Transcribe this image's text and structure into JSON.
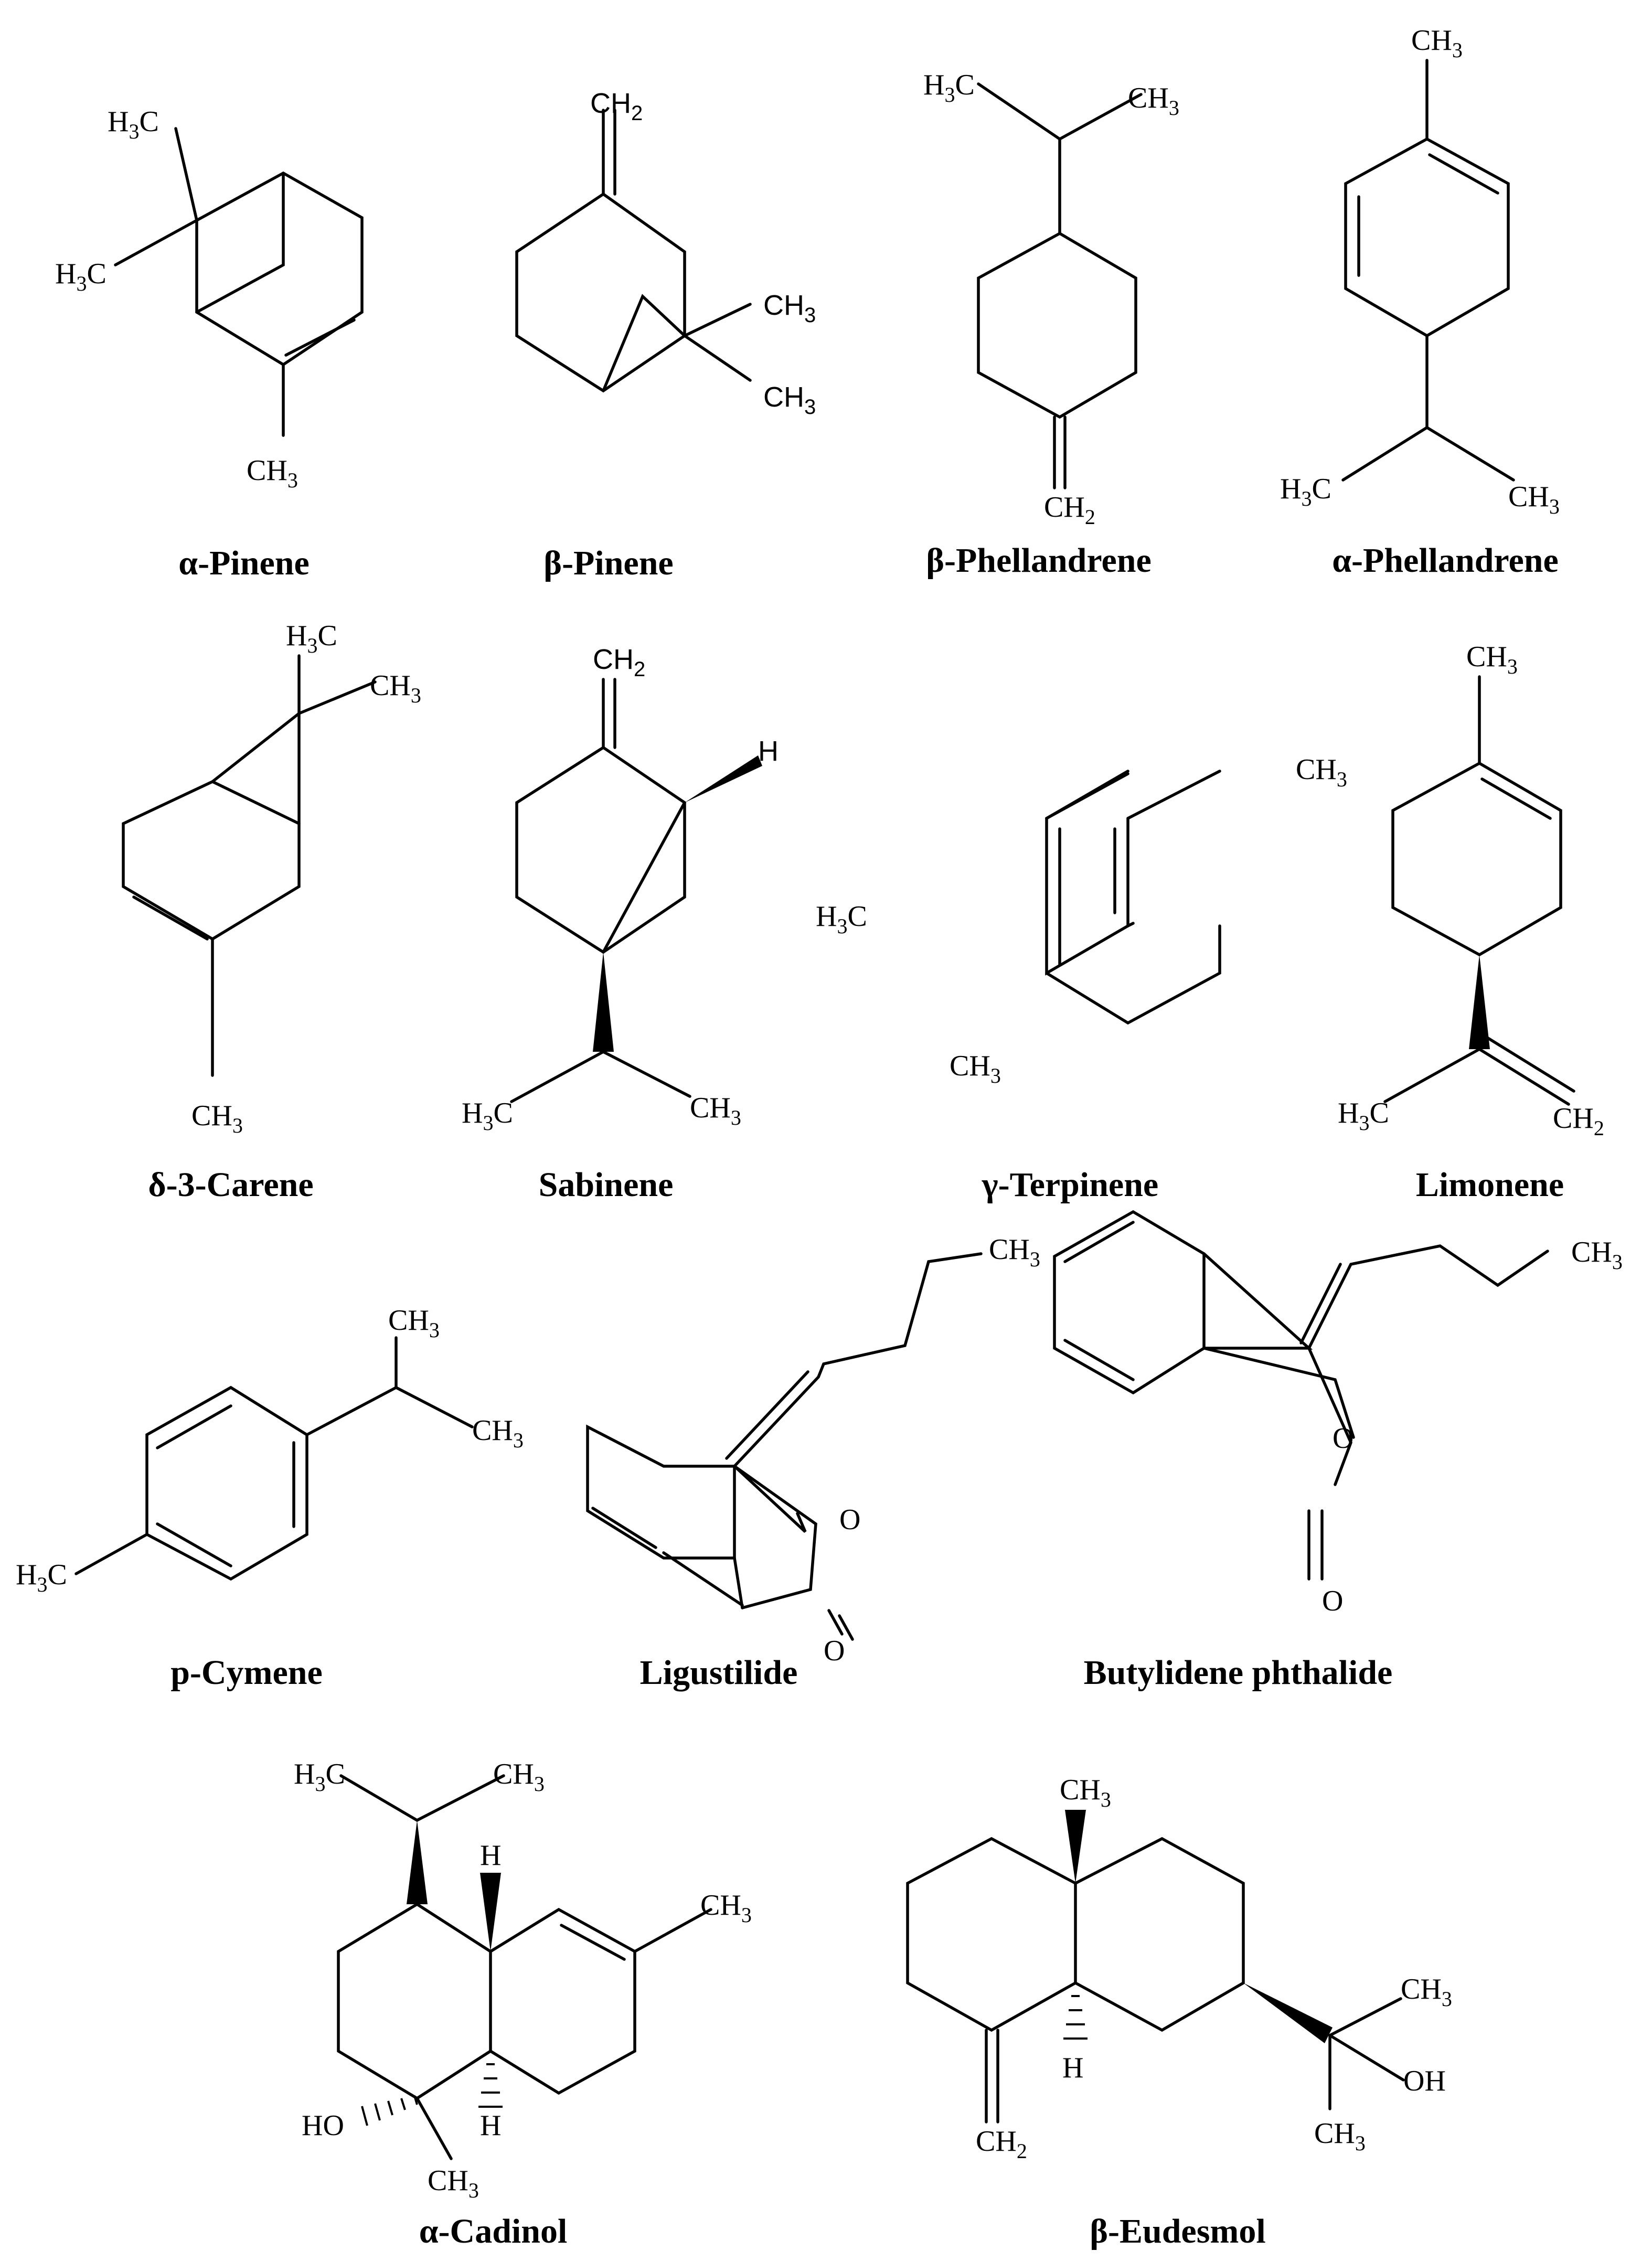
{
  "compounds": [
    {
      "name": "α-Pinene",
      "labels": [
        "H3C",
        "H3C",
        "CH3"
      ]
    },
    {
      "name": "β-Pinene",
      "labels": [
        "CH2",
        "CH3",
        "CH3"
      ]
    },
    {
      "name": "β-Phellandrene",
      "labels": [
        "H3C",
        "CH3",
        "CH2"
      ]
    },
    {
      "name": "α-Phellandrene",
      "labels": [
        "CH3",
        "H3C",
        "CH3"
      ]
    },
    {
      "name": "δ-3-Carene",
      "labels": [
        "H3C",
        "CH3",
        "CH3"
      ]
    },
    {
      "name": "Sabinene",
      "labels": [
        "CH2",
        "H",
        "H3C",
        "CH3"
      ]
    },
    {
      "name": "γ-Terpinene",
      "labels": [
        "CH3",
        "H3C",
        "CH3"
      ]
    },
    {
      "name": "Limonene",
      "labels": [
        "CH3",
        "H3C",
        "CH2"
      ]
    },
    {
      "name": "p-Cymene",
      "labels": [
        "CH3",
        "CH3",
        "H3C"
      ]
    },
    {
      "name": "Ligustilide",
      "labels": [
        "CH3",
        "O",
        "O"
      ]
    },
    {
      "name": "Butylidene phthalide",
      "labels": [
        "CH3",
        "O",
        "O"
      ]
    },
    {
      "name": "α-Cadinol",
      "labels": [
        "H3C",
        "CH3",
        "H",
        "CH3",
        "HO",
        "H",
        "CH3"
      ]
    },
    {
      "name": "β-Eudesmol",
      "labels": [
        "CH3",
        "CH3",
        "OH",
        "CH3",
        "H",
        "CH2"
      ]
    }
  ]
}
